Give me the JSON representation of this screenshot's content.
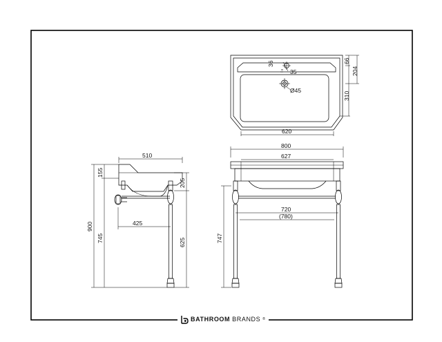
{
  "brand": {
    "part1": "BATHROOM",
    "part2": "BRANDS",
    "mark": "®"
  },
  "plan": {
    "d36": "36",
    "d35": "35",
    "d45": "Ø45",
    "d66": "66",
    "d204": "204",
    "d310": "310",
    "d620": "620"
  },
  "front": {
    "d800": "800",
    "d627": "627",
    "d720": "720",
    "d780": "(780)",
    "d747": "747"
  },
  "side": {
    "d510": "510",
    "d155": "155",
    "d205": "205",
    "d900": "900",
    "d745": "745",
    "d425": "425",
    "d625": "625"
  }
}
